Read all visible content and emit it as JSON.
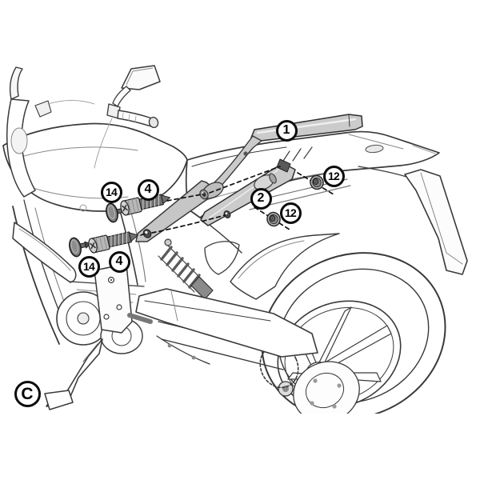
{
  "figure": {
    "section_label": "C",
    "description": "Exploded fitting diagram: side rack arms mounted to motorcycle tail, rear three-quarter line illustration"
  },
  "callouts": [
    {
      "label": "1"
    },
    {
      "label": "2"
    },
    {
      "label": "4"
    },
    {
      "label": "4"
    },
    {
      "label": "12"
    },
    {
      "label": "12"
    },
    {
      "label": "14"
    },
    {
      "label": "14"
    }
  ],
  "colors": {
    "background": "#ffffff",
    "line_art": "#3a3a3a",
    "rack_fill": "#cbcbcb",
    "hardware_dark": "#707070",
    "callout_border": "#0b0b0b",
    "callout_fill": "#ffffff",
    "callout_text": "#000000"
  }
}
